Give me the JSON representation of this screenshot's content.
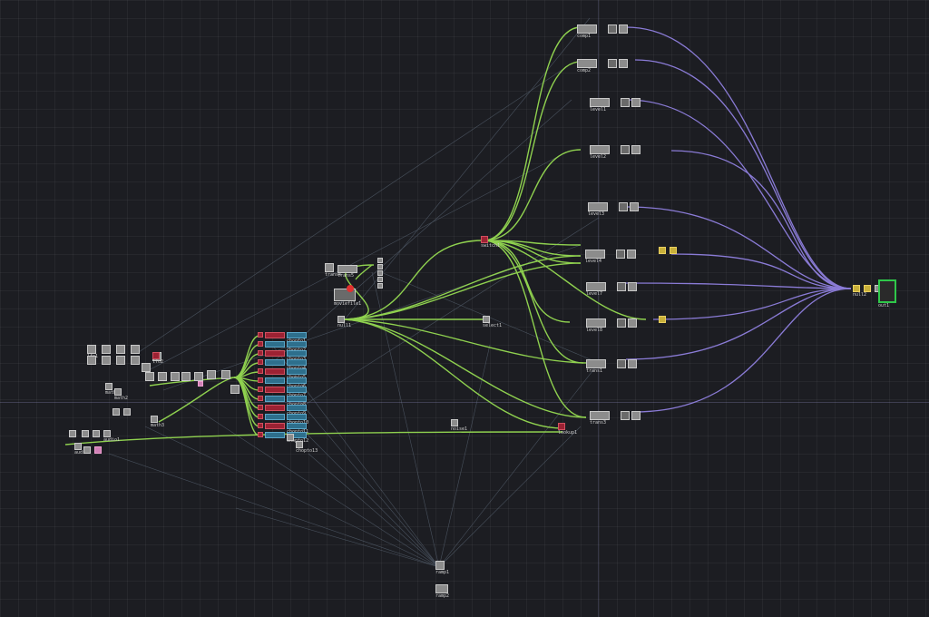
{
  "app": {
    "title": "Network Editor"
  },
  "colors": {
    "background": "#1c1d22",
    "grid": "#26272d",
    "wire_green": "#8fd14f",
    "wire_purple": "#8a7bd6",
    "wire_faint": "#6b7a8c",
    "output_border": "#2fc84a"
  },
  "labels": {
    "switch1": "switch1",
    "select1": "select1",
    "null2": "null2",
    "out1": "out1",
    "tex1": "tex1",
    "comp1": "comp1",
    "comp2": "comp2",
    "level1": "level1",
    "level2": "level2",
    "level3": "level3",
    "level4": "level4",
    "level7": "level7",
    "level8": "level8",
    "trans1": "trans1",
    "trans3": "trans3",
    "trans4": "trans4",
    "trans5": "trans5",
    "moviefile1": "moviefile1",
    "moviefile2": "moviefile2",
    "noise1": "noise1",
    "feedback1": "feedback1",
    "ramp1": "ramp1",
    "ramp2": "ramp2",
    "lookup1": "lookup1",
    "null1": "null1",
    "null3": "null3",
    "null4": "null4",
    "lfo1": "lfo1",
    "lfo2": "lfo2",
    "lfo3": "lfo3",
    "math1": "math1",
    "math2": "math2",
    "math3": "math3",
    "audio1": "audio1",
    "audio2": "audio2",
    "chopto1": "chopto1",
    "chopto2": "chopto2",
    "chopto3": "chopto3",
    "chopto4": "chopto4",
    "chopto5": "chopto5",
    "chopto6": "chopto6",
    "chopto7": "chopto7",
    "chopto8": "chopto8",
    "chopto9": "chopto9",
    "chopto10": "chopto10",
    "chopto11": "chopto11",
    "chopto12": "chopto12",
    "chopto13": "chopto13",
    "chopto14": "chopto14",
    "chopto15": "chopto15",
    "chopto16": "chopto16",
    "chopto17": "chopto17",
    "chopto18": "chopto18",
    "chopto19": "chopto19",
    "chopto20": "chopto20",
    "chopto21": "chopto21",
    "chopto22": "chopto22",
    "chopto23": "chopto23",
    "chopto24": "chopto24",
    "chopto25": "chopto25",
    "chopto26": "chopto26",
    "chopto27": "chopto27",
    "chopto28": "chopto28",
    "chopto29": "chopto29",
    "chopto30": "chopto30",
    "chopto31": "chopto31",
    "chopto32": "chopto32"
  }
}
